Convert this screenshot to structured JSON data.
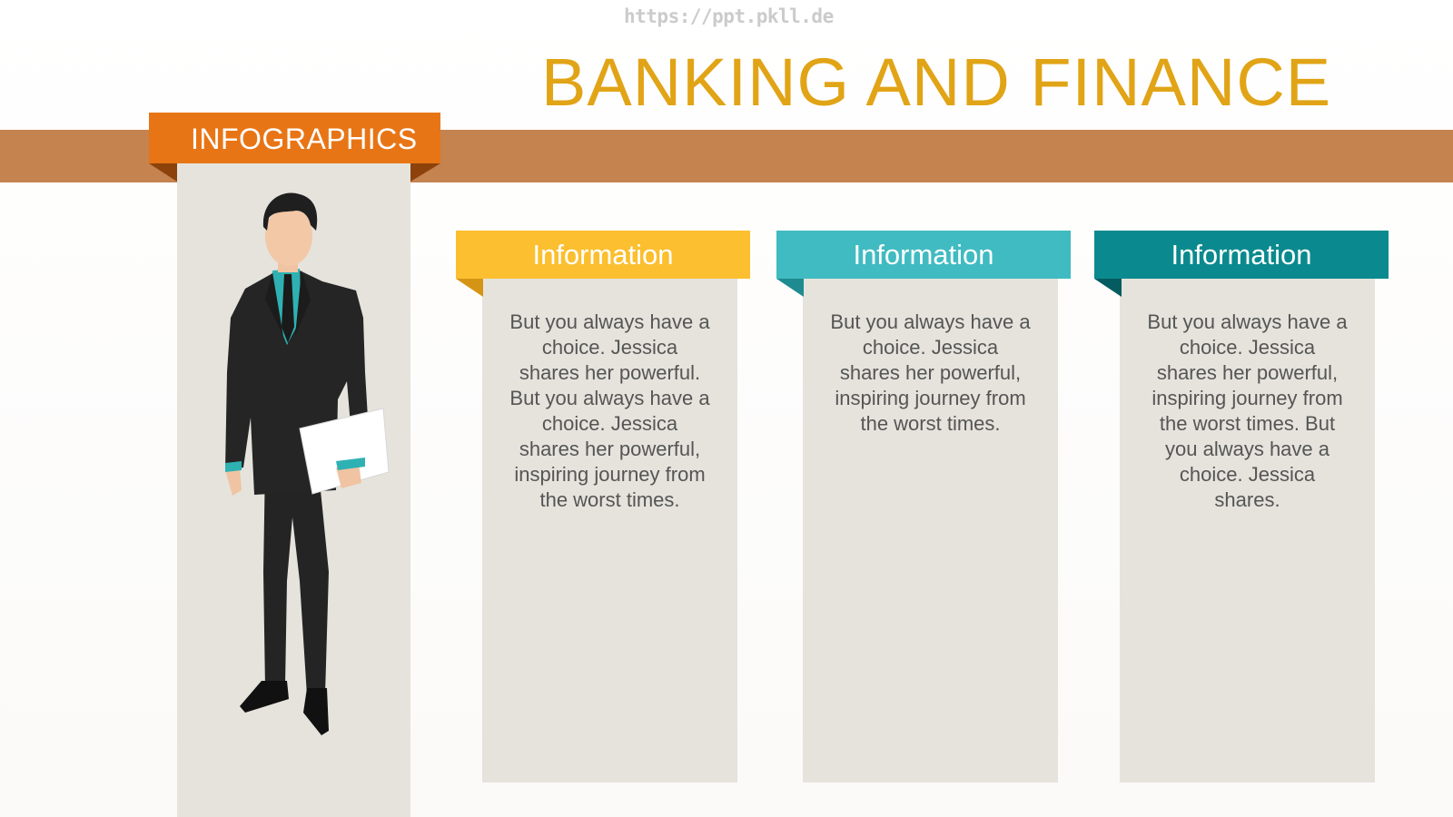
{
  "watermark": "https://ppt.pkll.de",
  "title": "BANKING AND FINANCE",
  "ribbon_label": "INFOGRAPHICS",
  "colors": {
    "title": "#e1a416",
    "band": "#c4834f",
    "ribbon": "#e87515",
    "card_yellow": "#fbbf2f",
    "card_turquoise": "#40bbc1",
    "card_teal": "#0a8a8e"
  },
  "cards": [
    {
      "header": "Information",
      "text": "But you always have a choice. Jessica shares her powerful. But you always have a choice. Jessica shares her powerful, inspiring journey from the worst times."
    },
    {
      "header": "Information",
      "text": "But you always have a choice. Jessica shares her powerful, inspiring journey from the worst times."
    },
    {
      "header": "Information",
      "text": "But you always have a choice. Jessica shares her powerful, inspiring journey from the worst times. But you always have a choice. Jessica shares."
    }
  ]
}
